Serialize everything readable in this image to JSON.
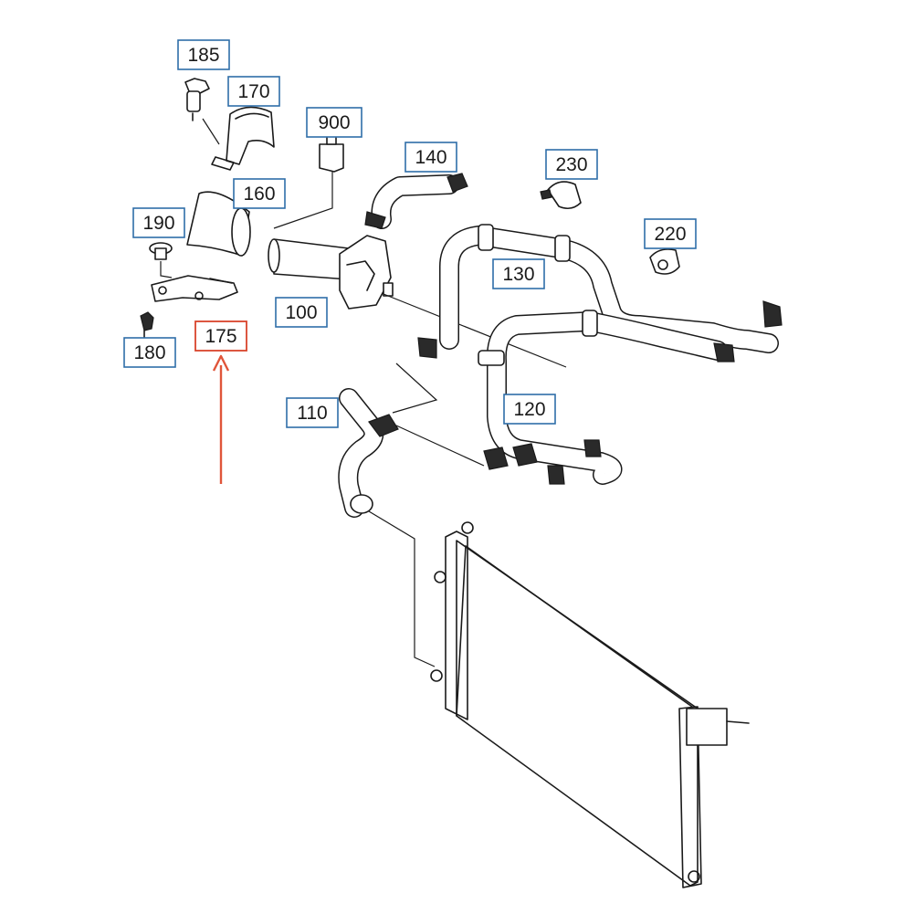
{
  "diagram": {
    "callouts": {
      "c185": "185",
      "c170": "170",
      "c900": "900",
      "c140": "140",
      "c230": "230",
      "c160": "160",
      "c190": "190",
      "c220": "220",
      "c130": "130",
      "c100": "100",
      "c175": "175",
      "c180": "180",
      "c110": "110",
      "c120": "120"
    },
    "colors": {
      "callout_border": "#2f6ea8",
      "highlight_border": "#d9442b",
      "highlight_arrow": "#e0553a",
      "line_art": "#1a1a1a"
    },
    "highlighted_callout": "175"
  }
}
